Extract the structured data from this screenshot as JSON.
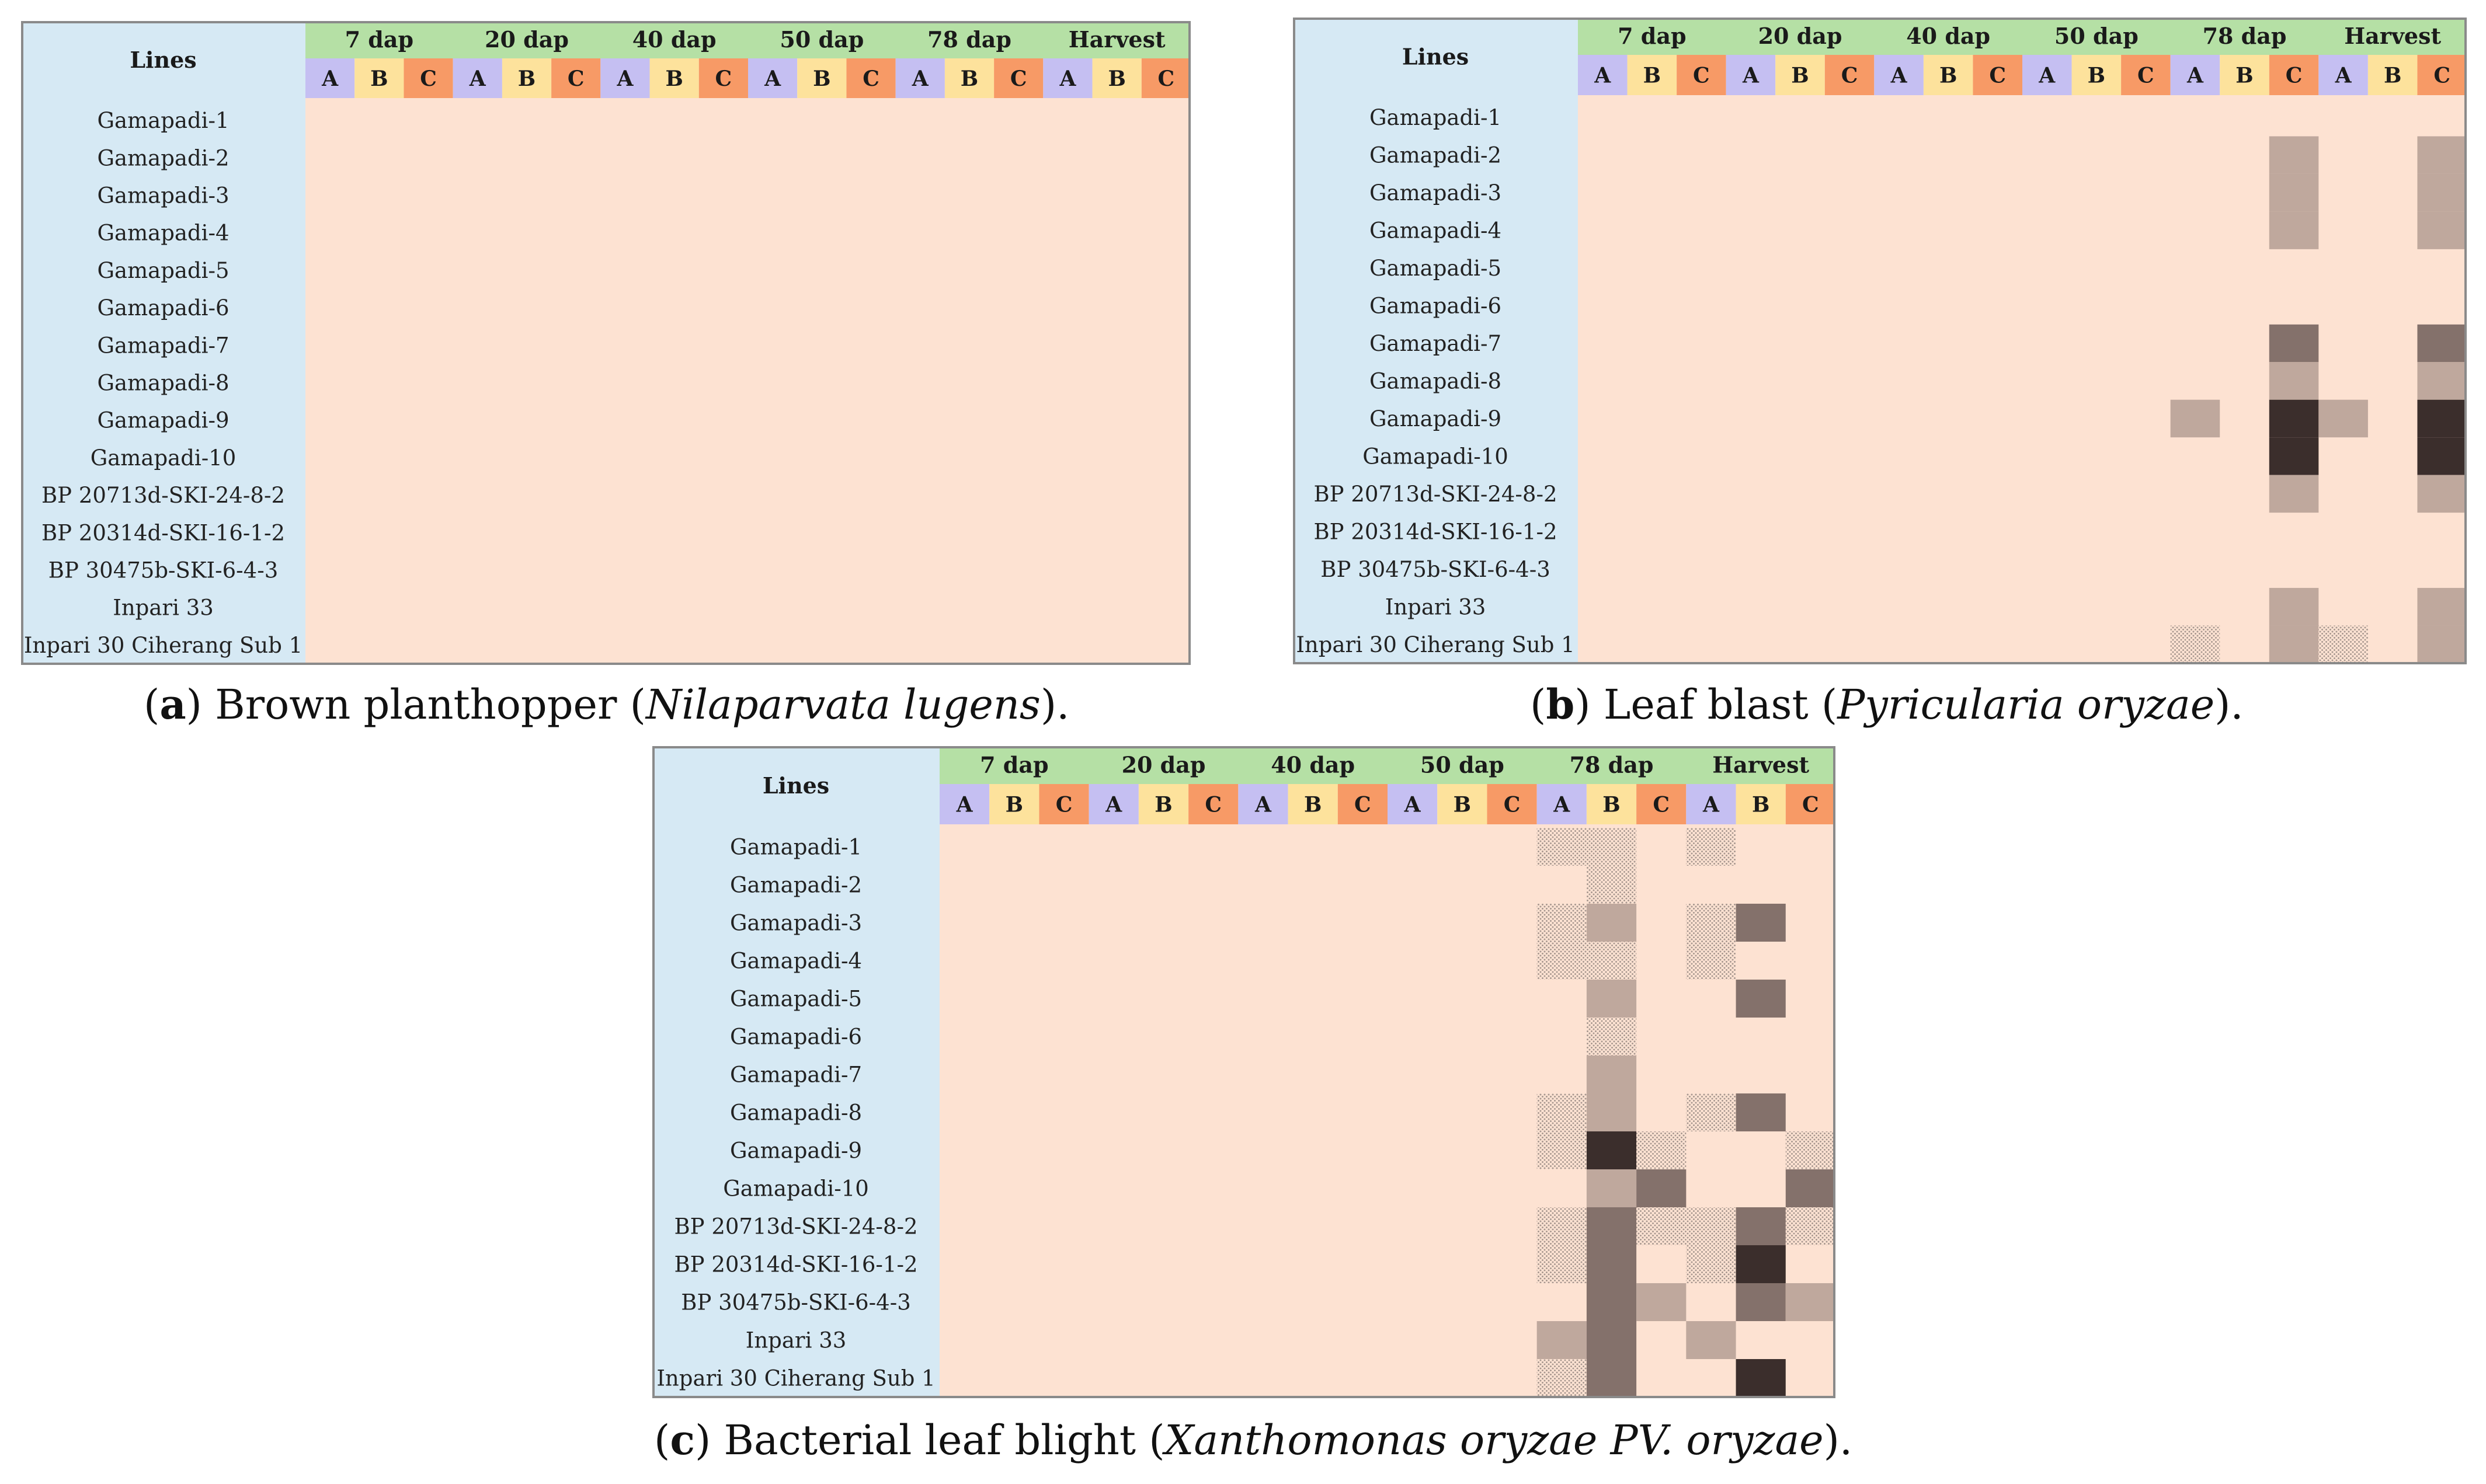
{
  "figure": {
    "stages": [
      "7 dap",
      "20 dap",
      "40 dap",
      "50 dap",
      "78 dap",
      "Harvest"
    ],
    "subcolumns": [
      "A",
      "B",
      "C"
    ],
    "row_header": "Lines",
    "lines": [
      "Gamapadi-1",
      "Gamapadi-2",
      "Gamapadi-3",
      "Gamapadi-4",
      "Gamapadi-5",
      "Gamapadi-6",
      "Gamapadi-7",
      "Gamapadi-8",
      "Gamapadi-9",
      "Gamapadi-10",
      "BP 20713d-SKI-24-8-2",
      "BP 20314d-SKI-16-1-2",
      "BP 30475b-SKI-6-4-3",
      "Inpari 33",
      "Inpari 30 Ciherang Sub 1"
    ],
    "colors": {
      "header_green": "#b5e0a5",
      "lines_blue": "#d6e9f4",
      "sub_A": "#c5bff2",
      "sub_B": "#fde29c",
      "sub_C": "#f79a66",
      "background_cell": "#fde2d2",
      "border": "#8a8a8a",
      "level_1_dotted": "#c9b2a8",
      "level_2": "#bfa89d",
      "level_3": "#84716b",
      "level_4": "#3b2e2c"
    }
  },
  "captions": {
    "a": {
      "letter": "a",
      "text": "Brown planthopper",
      "species": "Nilaparvata lugens"
    },
    "b": {
      "letter": "b",
      "text": "Leaf blast",
      "species": "Pyricularia oryzae"
    },
    "c": {
      "letter": "c",
      "text": "Bacterial leaf blight",
      "species": "Xanthomonas oryzae PV. oryzae"
    }
  },
  "chart_data": [
    {
      "type": "heatmap",
      "panel": "a",
      "title": "Brown planthopper (Nilaparvata lugens)",
      "x_groups": [
        "7 dap",
        "20 dap",
        "40 dap",
        "50 dap",
        "78 dap",
        "Harvest"
      ],
      "x_subgroups": [
        "A",
        "B",
        "C"
      ],
      "y": [
        "Gamapadi-1",
        "Gamapadi-2",
        "Gamapadi-3",
        "Gamapadi-4",
        "Gamapadi-5",
        "Gamapadi-6",
        "Gamapadi-7",
        "Gamapadi-8",
        "Gamapadi-9",
        "Gamapadi-10",
        "BP 20713d-SKI-24-8-2",
        "BP 20314d-SKI-16-1-2",
        "BP 30475b-SKI-6-4-3",
        "Inpari 33",
        "Inpari 30 Ciherang Sub 1"
      ],
      "scale": "0 = no symptom, 1 = dotted, 2 = light, 3 = medium, 4 = dark",
      "cells": []
    },
    {
      "type": "heatmap",
      "panel": "b",
      "title": "Leaf blast (Pyricularia oryzae)",
      "x_groups": [
        "7 dap",
        "20 dap",
        "40 dap",
        "50 dap",
        "78 dap",
        "Harvest"
      ],
      "x_subgroups": [
        "A",
        "B",
        "C"
      ],
      "y": [
        "Gamapadi-1",
        "Gamapadi-2",
        "Gamapadi-3",
        "Gamapadi-4",
        "Gamapadi-5",
        "Gamapadi-6",
        "Gamapadi-7",
        "Gamapadi-8",
        "Gamapadi-9",
        "Gamapadi-10",
        "BP 20713d-SKI-24-8-2",
        "BP 20314d-SKI-16-1-2",
        "BP 30475b-SKI-6-4-3",
        "Inpari 33",
        "Inpari 30 Ciherang Sub 1"
      ],
      "cells": [
        {
          "line": "Gamapadi-2",
          "stage": "78 dap",
          "sub": "C",
          "level": 2
        },
        {
          "line": "Gamapadi-3",
          "stage": "78 dap",
          "sub": "C",
          "level": 2
        },
        {
          "line": "Gamapadi-4",
          "stage": "78 dap",
          "sub": "C",
          "level": 2
        },
        {
          "line": "Gamapadi-7",
          "stage": "78 dap",
          "sub": "C",
          "level": 3
        },
        {
          "line": "Gamapadi-8",
          "stage": "78 dap",
          "sub": "C",
          "level": 2
        },
        {
          "line": "Gamapadi-9",
          "stage": "78 dap",
          "sub": "A",
          "level": 2
        },
        {
          "line": "Gamapadi-9",
          "stage": "78 dap",
          "sub": "C",
          "level": 4
        },
        {
          "line": "Gamapadi-10",
          "stage": "78 dap",
          "sub": "C",
          "level": 4
        },
        {
          "line": "BP 20713d-SKI-24-8-2",
          "stage": "78 dap",
          "sub": "C",
          "level": 2
        },
        {
          "line": "Inpari 33",
          "stage": "78 dap",
          "sub": "C",
          "level": 2
        },
        {
          "line": "Inpari 30 Ciherang Sub 1",
          "stage": "78 dap",
          "sub": "A",
          "level": 1
        },
        {
          "line": "Inpari 30 Ciherang Sub 1",
          "stage": "78 dap",
          "sub": "C",
          "level": 2
        },
        {
          "line": "Gamapadi-2",
          "stage": "Harvest",
          "sub": "C",
          "level": 2
        },
        {
          "line": "Gamapadi-3",
          "stage": "Harvest",
          "sub": "C",
          "level": 2
        },
        {
          "line": "Gamapadi-4",
          "stage": "Harvest",
          "sub": "C",
          "level": 2
        },
        {
          "line": "Gamapadi-7",
          "stage": "Harvest",
          "sub": "C",
          "level": 3
        },
        {
          "line": "Gamapadi-8",
          "stage": "Harvest",
          "sub": "C",
          "level": 2
        },
        {
          "line": "Gamapadi-9",
          "stage": "Harvest",
          "sub": "A",
          "level": 2
        },
        {
          "line": "Gamapadi-9",
          "stage": "Harvest",
          "sub": "C",
          "level": 4
        },
        {
          "line": "Gamapadi-10",
          "stage": "Harvest",
          "sub": "C",
          "level": 4
        },
        {
          "line": "BP 20713d-SKI-24-8-2",
          "stage": "Harvest",
          "sub": "C",
          "level": 2
        },
        {
          "line": "Inpari 33",
          "stage": "Harvest",
          "sub": "C",
          "level": 2
        },
        {
          "line": "Inpari 30 Ciherang Sub 1",
          "stage": "Harvest",
          "sub": "A",
          "level": 1
        },
        {
          "line": "Inpari 30 Ciherang Sub 1",
          "stage": "Harvest",
          "sub": "C",
          "level": 2
        }
      ]
    },
    {
      "type": "heatmap",
      "panel": "c",
      "title": "Bacterial leaf blight (Xanthomonas oryzae PV. oryzae)",
      "x_groups": [
        "7 dap",
        "20 dap",
        "40 dap",
        "50 dap",
        "78 dap",
        "Harvest"
      ],
      "x_subgroups": [
        "A",
        "B",
        "C"
      ],
      "y": [
        "Gamapadi-1",
        "Gamapadi-2",
        "Gamapadi-3",
        "Gamapadi-4",
        "Gamapadi-5",
        "Gamapadi-6",
        "Gamapadi-7",
        "Gamapadi-8",
        "Gamapadi-9",
        "Gamapadi-10",
        "BP 20713d-SKI-24-8-2",
        "BP 20314d-SKI-16-1-2",
        "BP 30475b-SKI-6-4-3",
        "Inpari 33",
        "Inpari 30 Ciherang Sub 1"
      ],
      "cells": [
        {
          "line": "Gamapadi-1",
          "stage": "78 dap",
          "sub": "A",
          "level": 1
        },
        {
          "line": "Gamapadi-1",
          "stage": "78 dap",
          "sub": "B",
          "level": 1
        },
        {
          "line": "Gamapadi-2",
          "stage": "78 dap",
          "sub": "B",
          "level": 1
        },
        {
          "line": "Gamapadi-3",
          "stage": "78 dap",
          "sub": "A",
          "level": 1
        },
        {
          "line": "Gamapadi-3",
          "stage": "78 dap",
          "sub": "B",
          "level": 2
        },
        {
          "line": "Gamapadi-4",
          "stage": "78 dap",
          "sub": "A",
          "level": 1
        },
        {
          "line": "Gamapadi-4",
          "stage": "78 dap",
          "sub": "B",
          "level": 1
        },
        {
          "line": "Gamapadi-5",
          "stage": "78 dap",
          "sub": "B",
          "level": 2
        },
        {
          "line": "Gamapadi-6",
          "stage": "78 dap",
          "sub": "B",
          "level": 1
        },
        {
          "line": "Gamapadi-7",
          "stage": "78 dap",
          "sub": "B",
          "level": 2
        },
        {
          "line": "Gamapadi-8",
          "stage": "78 dap",
          "sub": "A",
          "level": 1
        },
        {
          "line": "Gamapadi-8",
          "stage": "78 dap",
          "sub": "B",
          "level": 2
        },
        {
          "line": "Gamapadi-9",
          "stage": "78 dap",
          "sub": "A",
          "level": 1
        },
        {
          "line": "Gamapadi-9",
          "stage": "78 dap",
          "sub": "B",
          "level": 4
        },
        {
          "line": "Gamapadi-9",
          "stage": "78 dap",
          "sub": "C",
          "level": 1
        },
        {
          "line": "Gamapadi-10",
          "stage": "78 dap",
          "sub": "B",
          "level": 2
        },
        {
          "line": "Gamapadi-10",
          "stage": "78 dap",
          "sub": "C",
          "level": 3
        },
        {
          "line": "BP 20713d-SKI-24-8-2",
          "stage": "78 dap",
          "sub": "A",
          "level": 1
        },
        {
          "line": "BP 20713d-SKI-24-8-2",
          "stage": "78 dap",
          "sub": "B",
          "level": 3
        },
        {
          "line": "BP 20713d-SKI-24-8-2",
          "stage": "78 dap",
          "sub": "C",
          "level": 1
        },
        {
          "line": "BP 20314d-SKI-16-1-2",
          "stage": "78 dap",
          "sub": "A",
          "level": 1
        },
        {
          "line": "BP 20314d-SKI-16-1-2",
          "stage": "78 dap",
          "sub": "B",
          "level": 3
        },
        {
          "line": "BP 30475b-SKI-6-4-3",
          "stage": "78 dap",
          "sub": "B",
          "level": 3
        },
        {
          "line": "BP 30475b-SKI-6-4-3",
          "stage": "78 dap",
          "sub": "C",
          "level": 2
        },
        {
          "line": "Inpari 33",
          "stage": "78 dap",
          "sub": "A",
          "level": 2
        },
        {
          "line": "Inpari 33",
          "stage": "78 dap",
          "sub": "B",
          "level": 3
        },
        {
          "line": "Inpari 30 Ciherang Sub 1",
          "stage": "78 dap",
          "sub": "A",
          "level": 1
        },
        {
          "line": "Inpari 30 Ciherang Sub 1",
          "stage": "78 dap",
          "sub": "B",
          "level": 3
        },
        {
          "line": "Gamapadi-1",
          "stage": "Harvest",
          "sub": "A",
          "level": 1
        },
        {
          "line": "Gamapadi-3",
          "stage": "Harvest",
          "sub": "A",
          "level": 1
        },
        {
          "line": "Gamapadi-3",
          "stage": "Harvest",
          "sub": "B",
          "level": 3
        },
        {
          "line": "Gamapadi-4",
          "stage": "Harvest",
          "sub": "A",
          "level": 1
        },
        {
          "line": "Gamapadi-5",
          "stage": "Harvest",
          "sub": "B",
          "level": 3
        },
        {
          "line": "Gamapadi-8",
          "stage": "Harvest",
          "sub": "A",
          "level": 1
        },
        {
          "line": "Gamapadi-8",
          "stage": "Harvest",
          "sub": "B",
          "level": 3
        },
        {
          "line": "Gamapadi-9",
          "stage": "Harvest",
          "sub": "C",
          "level": 1
        },
        {
          "line": "Gamapadi-10",
          "stage": "Harvest",
          "sub": "C",
          "level": 3
        },
        {
          "line": "BP 20713d-SKI-24-8-2",
          "stage": "Harvest",
          "sub": "A",
          "level": 1
        },
        {
          "line": "BP 20713d-SKI-24-8-2",
          "stage": "Harvest",
          "sub": "B",
          "level": 3
        },
        {
          "line": "BP 20713d-SKI-24-8-2",
          "stage": "Harvest",
          "sub": "C",
          "level": 1
        },
        {
          "line": "BP 20314d-SKI-16-1-2",
          "stage": "Harvest",
          "sub": "A",
          "level": 1
        },
        {
          "line": "BP 20314d-SKI-16-1-2",
          "stage": "Harvest",
          "sub": "B",
          "level": 4
        },
        {
          "line": "BP 30475b-SKI-6-4-3",
          "stage": "Harvest",
          "sub": "B",
          "level": 3
        },
        {
          "line": "BP 30475b-SKI-6-4-3",
          "stage": "Harvest",
          "sub": "C",
          "level": 2
        },
        {
          "line": "Inpari 33",
          "stage": "Harvest",
          "sub": "A",
          "level": 2
        },
        {
          "line": "Inpari 30 Ciherang Sub 1",
          "stage": "Harvest",
          "sub": "B",
          "level": 4
        }
      ]
    }
  ]
}
